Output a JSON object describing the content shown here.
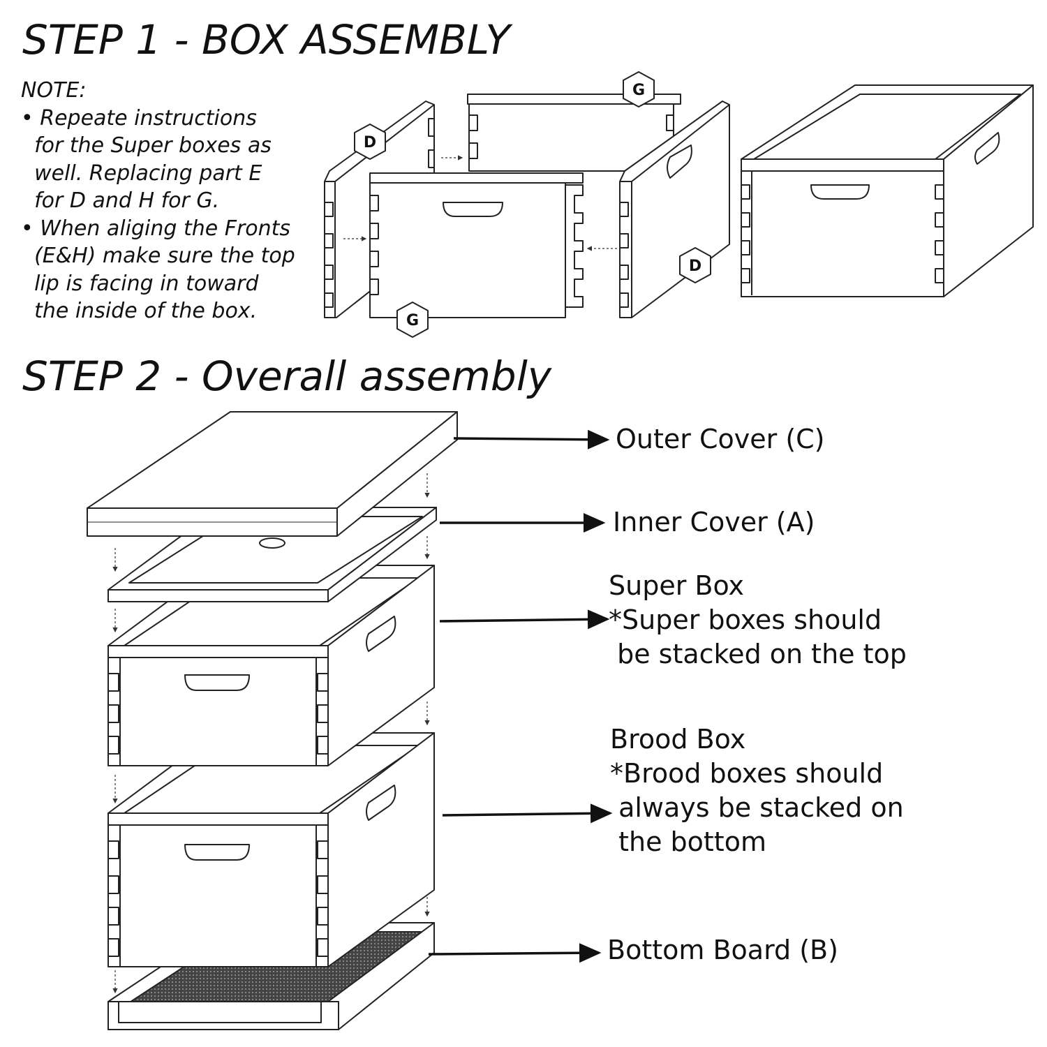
{
  "step1": {
    "title": "STEP 1 - BOX ASSEMBLY",
    "note_heading": "NOTE:",
    "note_lines": [
      "• Repeate instructions",
      "  for the Super boxes as",
      "  well. Replacing part E",
      "  for D and H for G.",
      "• When aliging the Fronts",
      "  (E&H) make sure the top",
      "  lip is facing in toward",
      "  the inside of the box."
    ],
    "part_labels": {
      "left_side": "D",
      "back": "G",
      "front": "G",
      "right_side": "D"
    }
  },
  "step2": {
    "title": "STEP 2 - Overall assembly",
    "labels": {
      "outer_cover": "Outer Cover (C)",
      "inner_cover": "Inner Cover (A)",
      "super_box": "Super Box",
      "super_note_1": "*Super boxes should",
      "super_note_2": " be stacked on the top",
      "brood_box": "Brood Box",
      "brood_note_1": "*Brood boxes should",
      "brood_note_2": " always be stacked on",
      "brood_note_3": " the bottom",
      "bottom_board": "Bottom Board (B)"
    }
  }
}
